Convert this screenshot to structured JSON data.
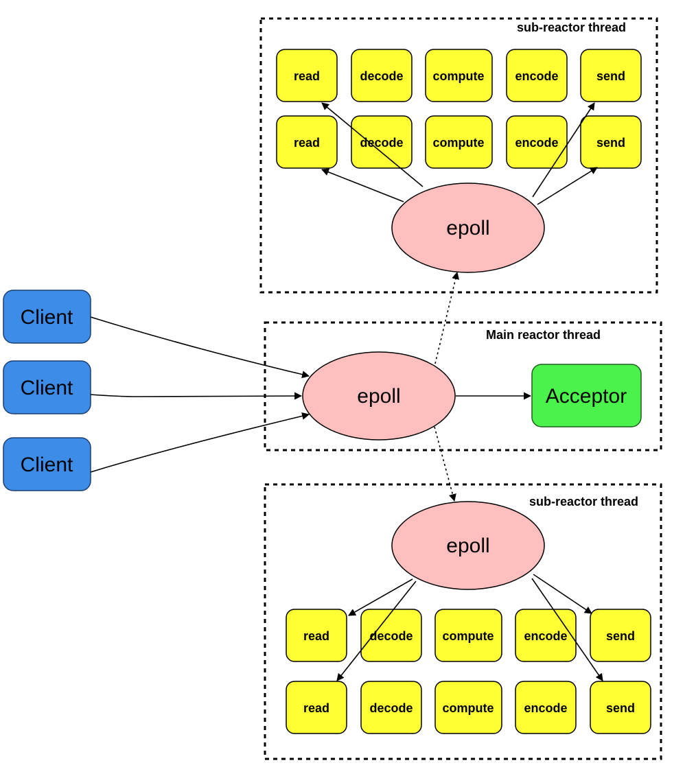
{
  "regions": {
    "top_sub": "sub-reactor thread",
    "main": "Main reactor thread",
    "bottom_sub": "sub-reactor thread"
  },
  "tasks": {
    "top_row1": [
      "read",
      "decode",
      "compute",
      "encode",
      "send"
    ],
    "top_row2": [
      "read",
      "decode",
      "compute",
      "encode",
      "send"
    ],
    "bottom_row1": [
      "read",
      "decode",
      "compute",
      "encode",
      "send"
    ],
    "bottom_row2": [
      "read",
      "decode",
      "compute",
      "encode",
      "send"
    ]
  },
  "epoll": {
    "top": "epoll",
    "main": "epoll",
    "bottom": "epoll"
  },
  "clients": [
    "Client",
    "Client",
    "Client"
  ],
  "acceptor": "Acceptor",
  "colors": {
    "task_fill": "#ffff33",
    "client_fill": "#3d8ce8",
    "acceptor_fill": "#4cf24c",
    "epoll_fill": "#ffbfbf"
  }
}
